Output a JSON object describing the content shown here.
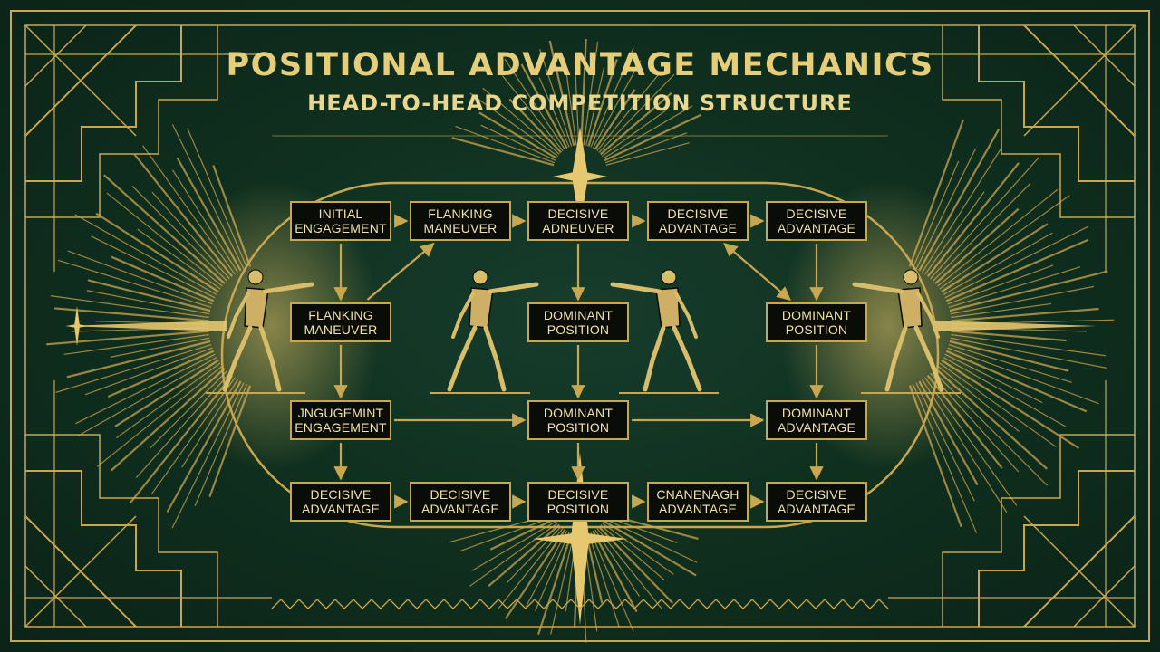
{
  "title": "POSITIONAL ADVANTAGE MECHANICS",
  "subtitle": "HEAD-TO-HEAD COMPETITION STRUCTURE",
  "colors": {
    "background": "#10301f",
    "gold": "#c9a650",
    "box_fill": "#0a0c08",
    "text": "#f1e2ad"
  },
  "nodes": [
    {
      "id": "n1",
      "lines": [
        "INITIAL",
        "ENGAGEMENT"
      ]
    },
    {
      "id": "n2",
      "lines": [
        "FLANKING",
        "MANEUVER"
      ]
    },
    {
      "id": "n3",
      "lines": [
        "DECISIVE",
        "ADNEUVER"
      ]
    },
    {
      "id": "n4",
      "lines": [
        "DECISIVE",
        "ADVANTAGE"
      ]
    },
    {
      "id": "n5",
      "lines": [
        "DECISIVE",
        "ADVANTAGE"
      ]
    },
    {
      "id": "n6",
      "lines": [
        "FLANKING",
        "MANEUVER"
      ]
    },
    {
      "id": "n7",
      "lines": [
        "DOMINANT",
        "POSITION"
      ]
    },
    {
      "id": "n8",
      "lines": [
        "DOMINANT",
        "POSITION"
      ]
    },
    {
      "id": "n9",
      "lines": [
        "JNGUGEMINT",
        "ENGAGEMENT"
      ]
    },
    {
      "id": "n10",
      "lines": [
        "DOMINANT",
        "POSITION"
      ]
    },
    {
      "id": "n11",
      "lines": [
        "DOMINANT",
        "ADVANTAGE"
      ]
    },
    {
      "id": "n12",
      "lines": [
        "DECISIVE",
        "ADVANTAGE"
      ]
    },
    {
      "id": "n13",
      "lines": [
        "DECISIVE",
        "ADVANTAGE"
      ]
    },
    {
      "id": "n14",
      "lines": [
        "DECISIVE",
        "POSITION"
      ]
    },
    {
      "id": "n15",
      "lines": [
        "CNANENAGH",
        "ADVANTAGE"
      ]
    },
    {
      "id": "n16",
      "lines": [
        "DECISIVE",
        "ADVANTAGE"
      ]
    }
  ],
  "edges": [
    {
      "from": "n1",
      "to": "n2"
    },
    {
      "from": "n2",
      "to": "n3"
    },
    {
      "from": "n3",
      "to": "n4"
    },
    {
      "from": "n4",
      "to": "n5"
    },
    {
      "from": "n1",
      "to": "n6"
    },
    {
      "from": "n6",
      "to": "n9"
    },
    {
      "from": "n9",
      "to": "n12"
    },
    {
      "from": "n6",
      "to": "n2"
    },
    {
      "from": "n3",
      "to": "n7"
    },
    {
      "from": "n7",
      "to": "n10"
    },
    {
      "from": "n10",
      "to": "n14"
    },
    {
      "from": "n4",
      "to": "n8",
      "bidirectional": true
    },
    {
      "from": "n5",
      "to": "n8"
    },
    {
      "from": "n8",
      "to": "n11"
    },
    {
      "from": "n9",
      "to": "n10"
    },
    {
      "from": "n10",
      "to": "n11"
    },
    {
      "from": "n11",
      "to": "n16"
    },
    {
      "from": "n12",
      "to": "n13"
    },
    {
      "from": "n13",
      "to": "n14"
    },
    {
      "from": "n14",
      "to": "n15"
    },
    {
      "from": "n15",
      "to": "n16"
    }
  ]
}
